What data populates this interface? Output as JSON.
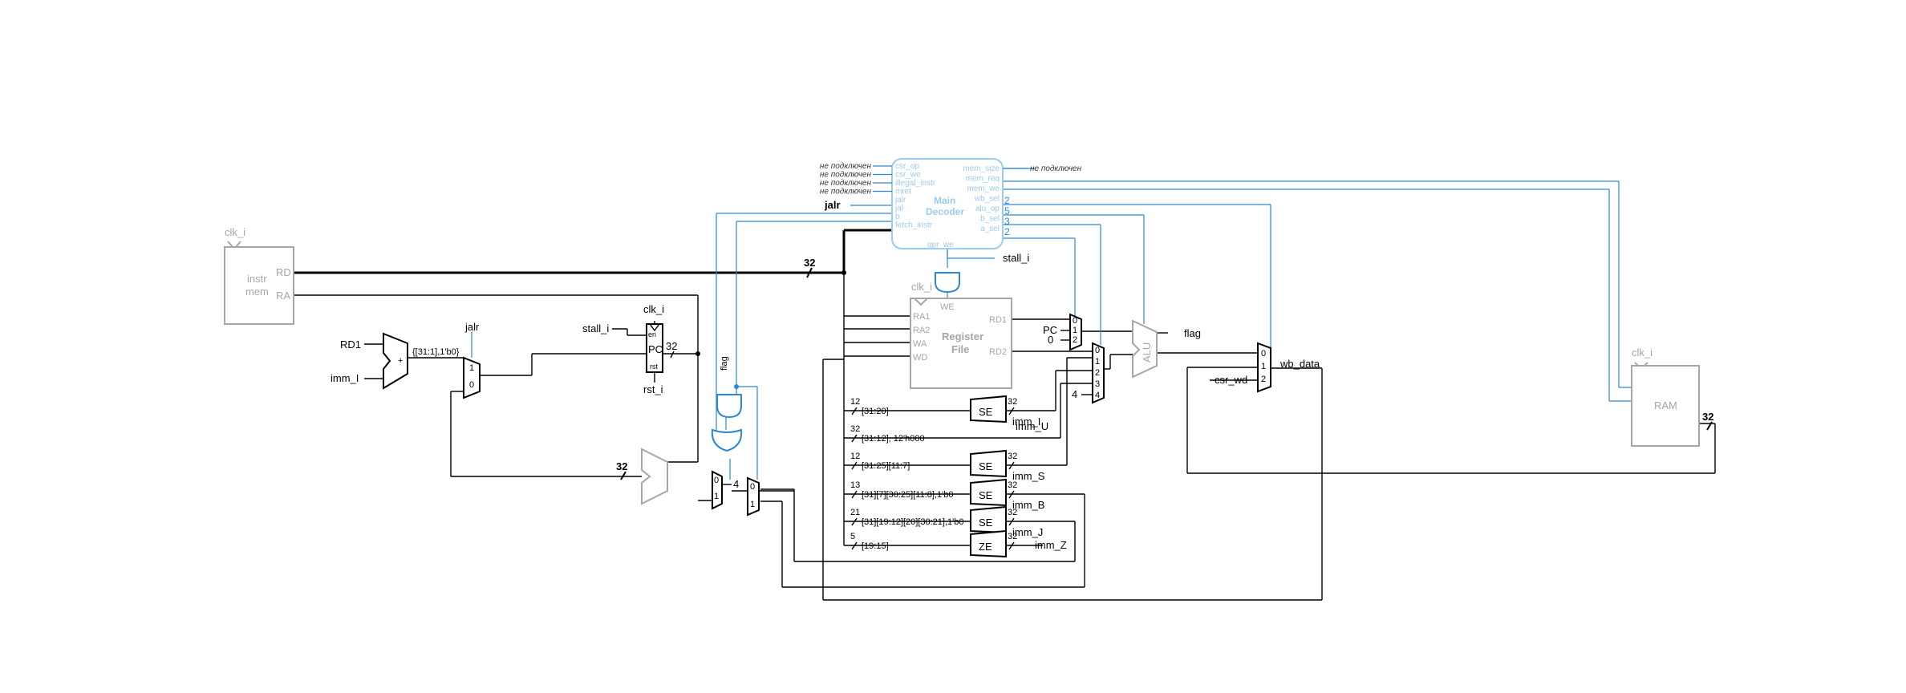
{
  "not_connected": "не подключен",
  "instr_mem": {
    "clk": "clk_i",
    "name_line1": "instr",
    "name_line2": "mem",
    "rd": "RD",
    "ra": "RA",
    "bus_width": "32"
  },
  "pc": {
    "clk": "clk_i",
    "label": "PC",
    "en": "en",
    "rst_port": "rst",
    "rst": "rst_i",
    "stall": "stall_i",
    "width": "32"
  },
  "jalr_adder": {
    "in_a": "RD1",
    "in_b": "imm_I",
    "concat": "{[31:1],1'b0}",
    "sel": "jalr",
    "mux_in1": "1",
    "mux_in0": "0"
  },
  "pc_adder": {
    "width": "32",
    "plus": "+"
  },
  "branch_logic": {
    "flag": "flag",
    "mux0_in0": "0",
    "mux0_in1": "1",
    "const_four": "4",
    "mux1_in0": "0",
    "mux1_in1": "1"
  },
  "main_decoder": {
    "title_line1": "Main",
    "title_line2": "Decoder",
    "left_ports": [
      "csr_op",
      "csr_we",
      "illegal_instr",
      "mret",
      "jalr",
      "jal",
      "b",
      "fetch_instr"
    ],
    "right_ports": [
      "mem_size",
      "mem_req",
      "mem_we",
      "wb_sel",
      "alu_op",
      "b_sel",
      "a_sel"
    ],
    "bottom_port": "gpr_we",
    "right_widths": [
      "2",
      "5",
      "3",
      "2"
    ],
    "jalr_out": "jalr"
  },
  "reg_file": {
    "name_line1": "Register",
    "name_line2": "File",
    "clk": "clk_i",
    "we": "WE",
    "ports": [
      "RA1",
      "RA2",
      "WA",
      "WD"
    ],
    "rd1": "RD1",
    "rd2": "RD2",
    "stall": "stall_i"
  },
  "mux_a": {
    "inputs": [
      "0",
      "1",
      "2"
    ],
    "pc": "PC",
    "zero": "0"
  },
  "mux_b": {
    "inputs": [
      "0",
      "1",
      "2",
      "3",
      "4"
    ],
    "four": "4"
  },
  "alu": {
    "label": "ALU",
    "flag": "flag"
  },
  "wb_mux": {
    "inputs": [
      "0",
      "1",
      "2"
    ],
    "csr_wd": "csr_wd",
    "wb_data": "wb_data"
  },
  "ram": {
    "label": "RAM",
    "clk": "clk_i",
    "width": "32"
  },
  "imm_gen": [
    {
      "width": "12",
      "slice": "[31:20]",
      "block": "SE",
      "out_width": "32",
      "name": "imm_I"
    },
    {
      "width": "32",
      "slice": "[31:12], 12'h000",
      "block": "",
      "out_width": "",
      "name": "imm_U"
    },
    {
      "width": "12",
      "slice": "[31:25][11:7]",
      "block": "SE",
      "out_width": "32",
      "name": "imm_S"
    },
    {
      "width": "13",
      "slice": "[31][7][30:25][11:8],1'b0",
      "block": "SE",
      "out_width": "32",
      "name": "imm_B"
    },
    {
      "width": "21",
      "slice": "[31][19:12][20][30:21],1'b0",
      "block": "SE",
      "out_width": "32",
      "name": "imm_J"
    },
    {
      "width": "5",
      "slice": "[19:15]",
      "block": "ZE",
      "out_width": "32",
      "name": "imm_Z"
    }
  ]
}
